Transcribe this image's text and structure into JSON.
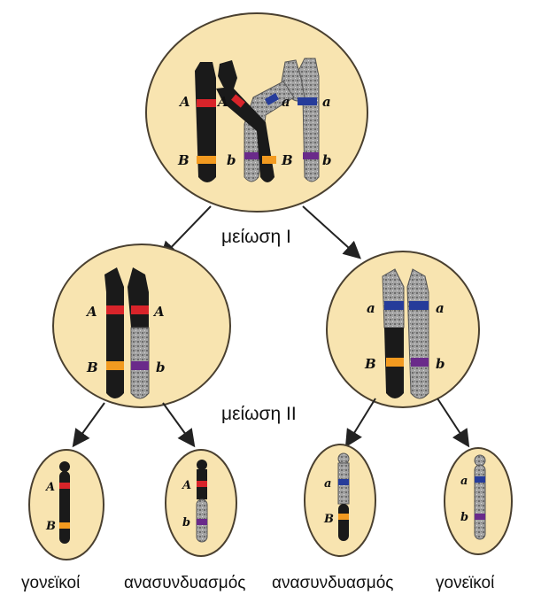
{
  "stages": {
    "meiosis1": "μείωση Ι",
    "meiosis2": "μείωση ΙΙ"
  },
  "cells": {
    "c1": "γονεϊκοί",
    "c2": "ανασυνδυασμός",
    "c3": "ανασυνδυασμός",
    "c4": "γονεϊκοί"
  },
  "alleles": {
    "A": "A",
    "a": "a",
    "B": "B",
    "b": "b"
  },
  "colors": {
    "cell_fill": "#f8e4b0",
    "cell_stroke": "#4a4030",
    "black_chromatid": "#1a1a1a",
    "grey_chromatid": "#9a9a9a",
    "band_red": "#d8242a",
    "band_orange": "#f29a20",
    "band_blue": "#263c9a",
    "band_purple": "#6a2a8a"
  }
}
